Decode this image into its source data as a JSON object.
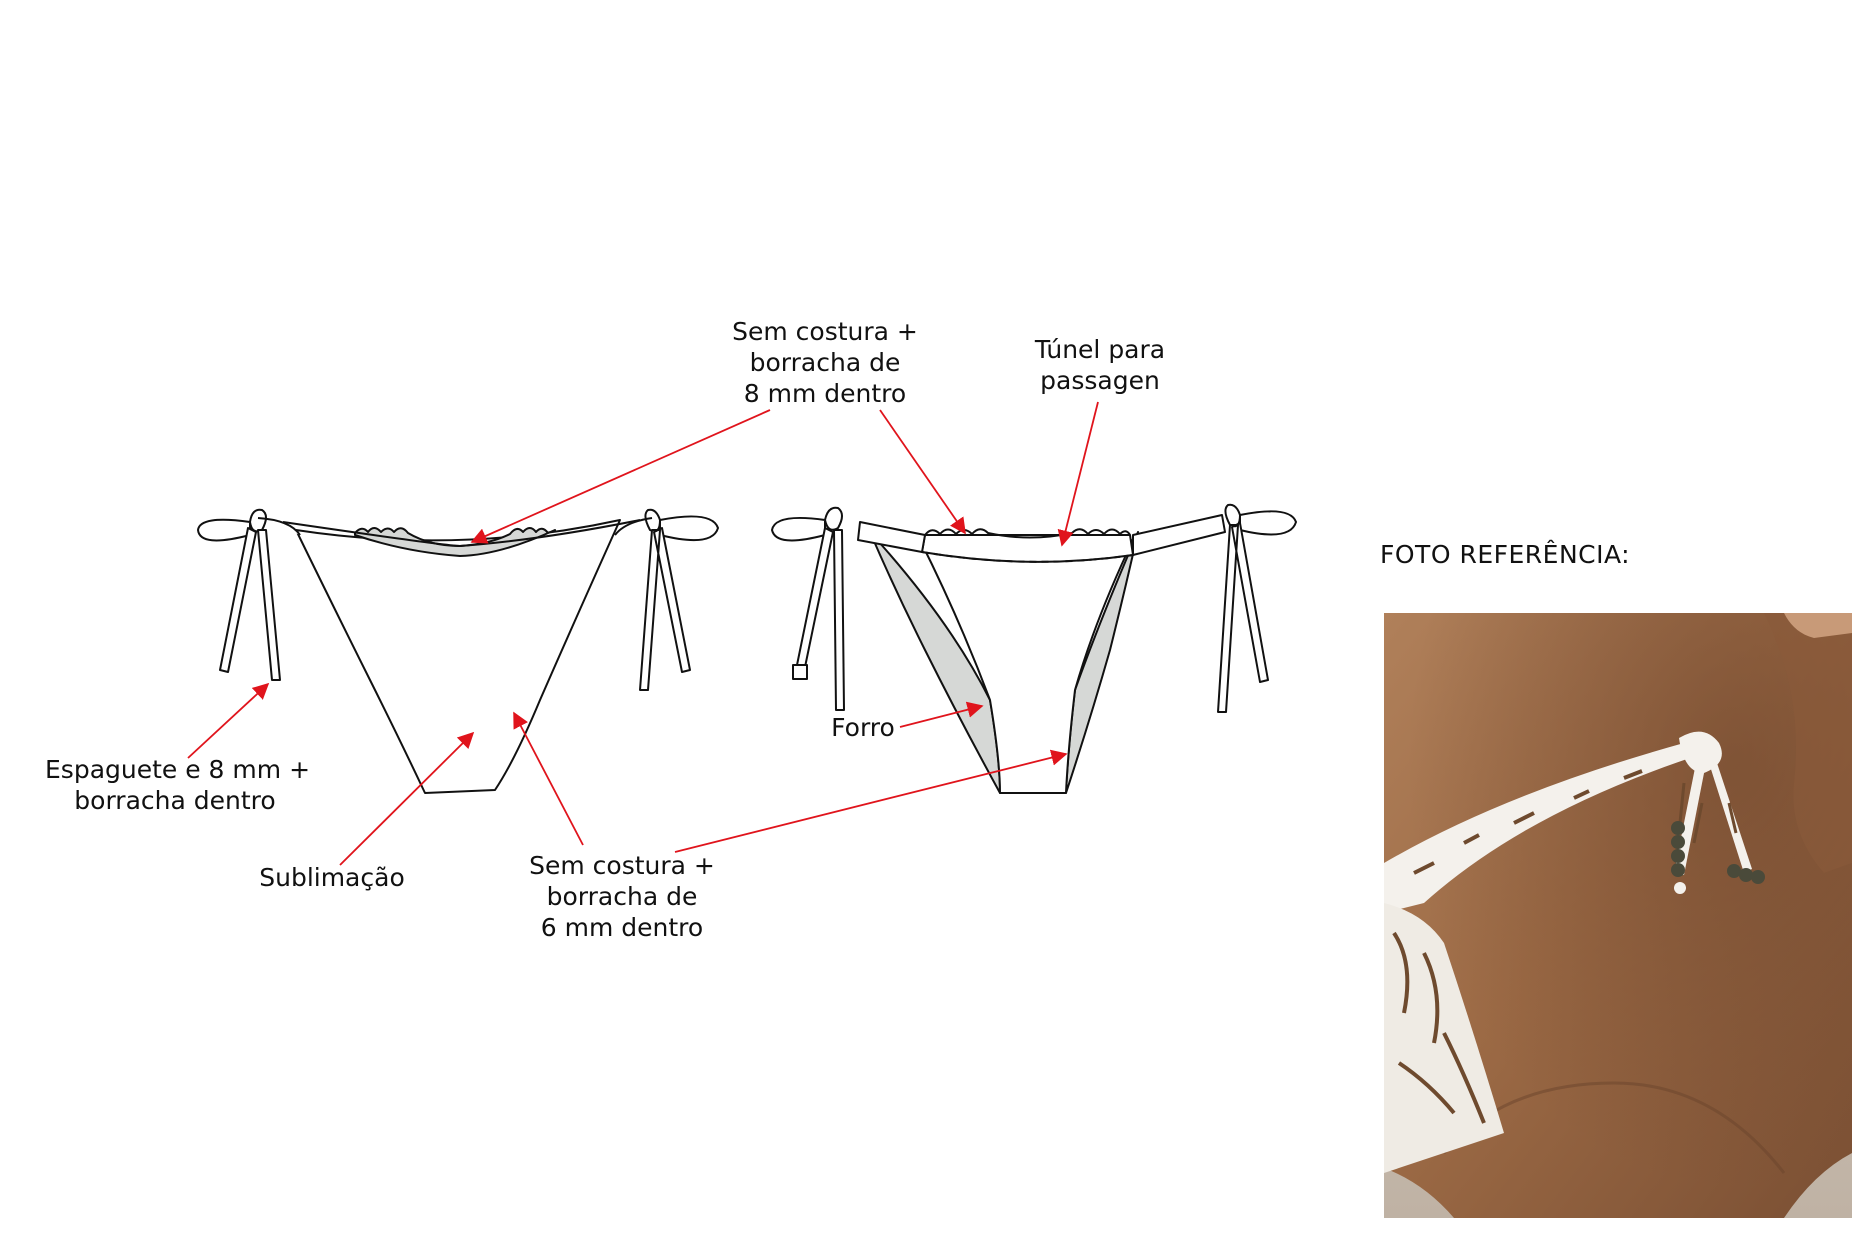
{
  "labels": {
    "front_top_seam": [
      "Sem costura +",
      "borracha de",
      "8 mm dentro"
    ],
    "tunnel": [
      "Túnel para",
      "passagen"
    ],
    "spaghetti": [
      "Espaguete e 8 mm +",
      "borracha dentro"
    ],
    "sublimation": "Sublimação",
    "lining": "Forro",
    "leg_seam": [
      "Sem costura +",
      "borracha de",
      "6 mm dentro"
    ]
  },
  "reference": {
    "title": "FOTO REFERÊNCIA:"
  },
  "colors": {
    "line": "#111111",
    "arrow": "#e0141c",
    "lining_fill": "#d6d8d6",
    "photo_skin": "#9c6a45",
    "print_brown": "#6e4a2e"
  }
}
